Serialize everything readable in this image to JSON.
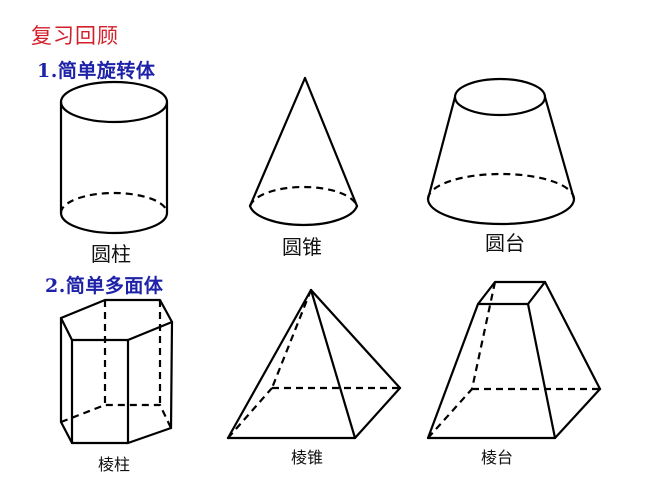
{
  "title": "复习回顾",
  "sections": [
    {
      "heading": "1.简单旋转体",
      "shapes": [
        {
          "id": "cylinder",
          "label": "圆柱"
        },
        {
          "id": "cone",
          "label": "圆锥"
        },
        {
          "id": "frustum-of-cone",
          "label": "圆台"
        }
      ]
    },
    {
      "heading": "2.简单多面体",
      "shapes": [
        {
          "id": "prism",
          "label": "棱柱"
        },
        {
          "id": "pyramid",
          "label": "棱锥"
        },
        {
          "id": "frustum-of-pyramid",
          "label": "棱台"
        }
      ]
    }
  ],
  "colors": {
    "title": "#d21f2a",
    "heading": "#1d22a8",
    "line": "#000000"
  }
}
